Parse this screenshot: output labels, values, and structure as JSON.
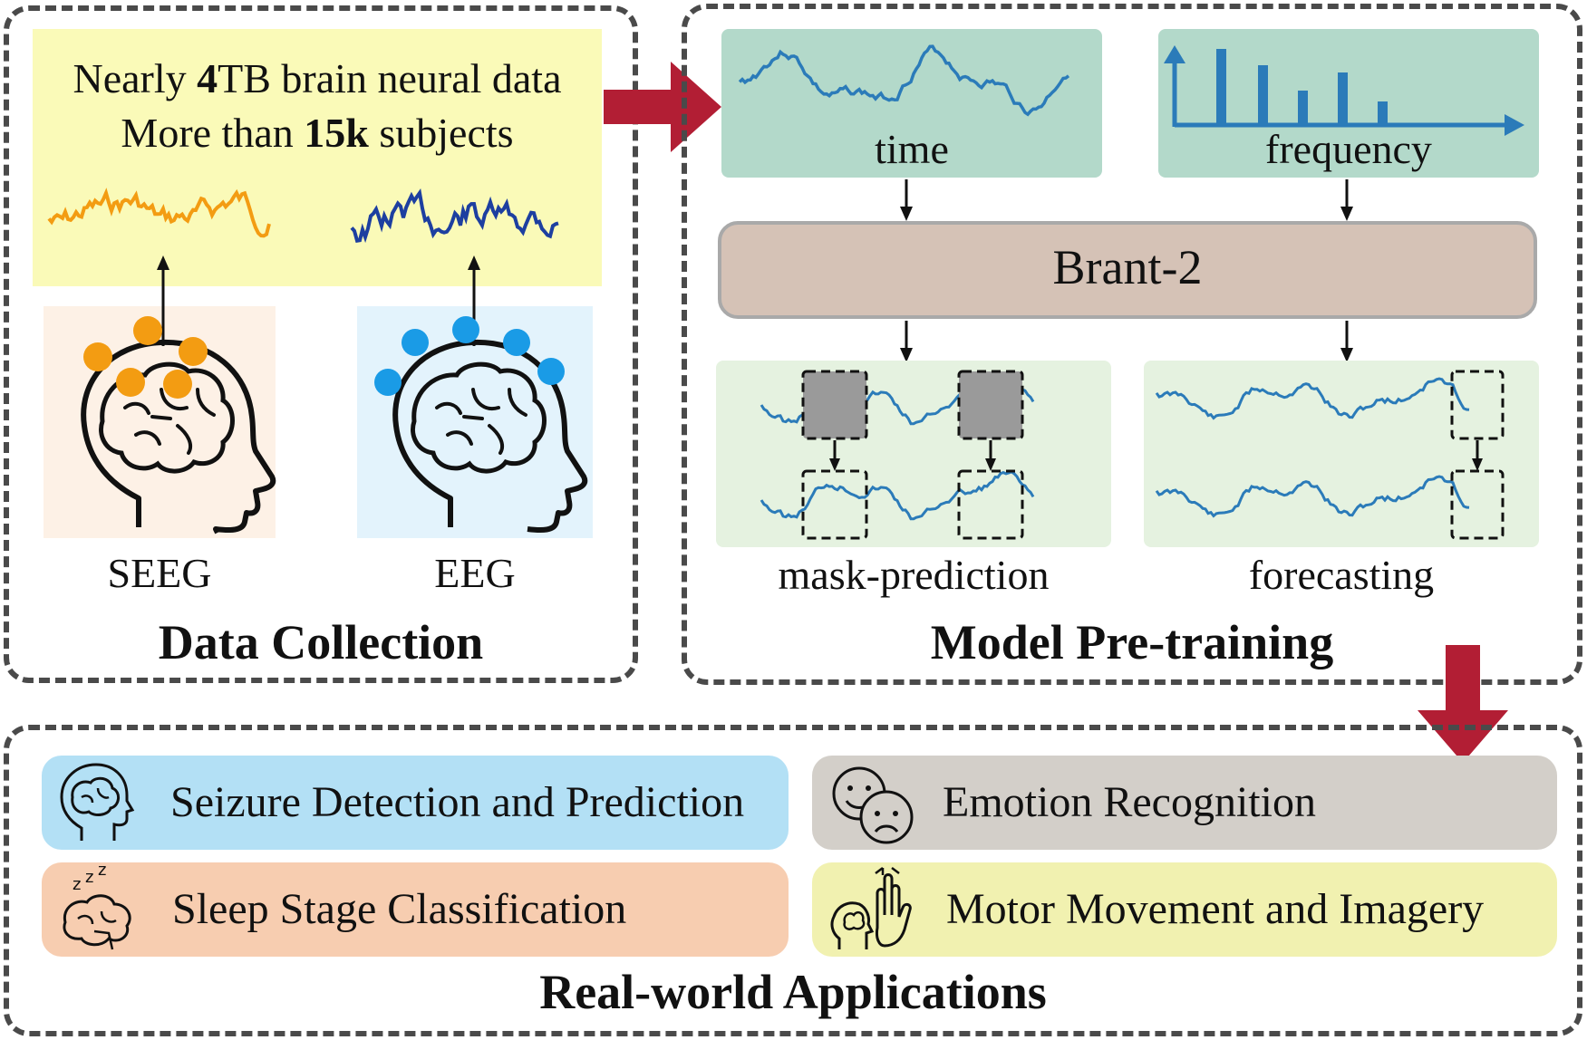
{
  "data_collection": {
    "title": "Data Collection",
    "stat_line1": {
      "pre": "Nearly ",
      "bold": "4",
      "post": "TB brain neural data"
    },
    "stat_line2": {
      "pre": "More than ",
      "bold": "15k",
      "post": " subjects"
    },
    "sources": [
      {
        "label": "SEEG",
        "color": "#f39c12",
        "bg": "#fdf1e6"
      },
      {
        "label": "EEG",
        "color": "#1a9be6",
        "bg": "#e3f3fc"
      }
    ]
  },
  "model_pretraining": {
    "title": "Model Pre-training",
    "inputs": [
      {
        "label": "time"
      },
      {
        "label": "frequency"
      }
    ],
    "model_name": "Brant-2",
    "tasks": [
      {
        "label": "mask-prediction"
      },
      {
        "label": "forecasting"
      }
    ]
  },
  "applications": {
    "title": "Real-world Applications",
    "items": [
      {
        "label": "Seizure Detection and Prediction",
        "icon": "brain-head-icon",
        "color": "#b3e0f5"
      },
      {
        "label": "Emotion Recognition",
        "icon": "happy-sad-faces-icon",
        "color": "#d3cfc9"
      },
      {
        "label": "Sleep Stage Classification",
        "icon": "sleeping-brain-icon",
        "color": "#f7cdb0"
      },
      {
        "label": "Motor Movement and Imagery",
        "icon": "hand-gesture-head-icon",
        "color": "#f1f1b0"
      }
    ]
  },
  "colors": {
    "accent_arrow": "#b21e34",
    "signal_blue": "#2b7bb9",
    "input_bg": "#b3d9ca",
    "task_bg": "#e5f2e0",
    "model_bg": "#d5c2b6",
    "stats_bg": "#fafab8"
  }
}
